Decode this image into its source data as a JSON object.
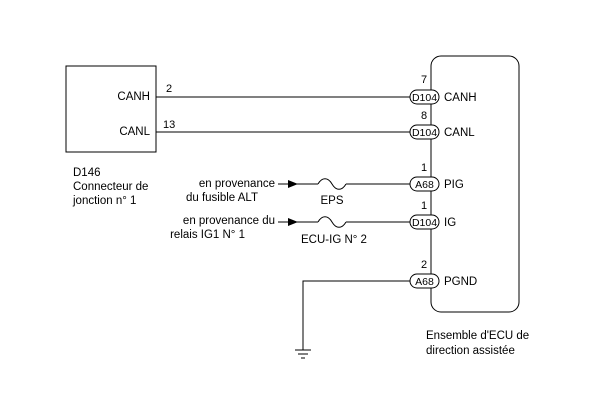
{
  "junction": {
    "id": "D146",
    "name_line1": "Connecteur de",
    "name_line2": "jonction n° 1",
    "pins": [
      {
        "signal": "CANH",
        "pin": "2"
      },
      {
        "signal": "CANL",
        "pin": "13"
      }
    ]
  },
  "ecu": {
    "name_line1": "Ensemble d'ECU de",
    "name_line2": "direction assistée",
    "terminals": [
      {
        "pin": "7",
        "connector": "D104",
        "signal": "CANH"
      },
      {
        "pin": "8",
        "connector": "D104",
        "signal": "CANL"
      },
      {
        "pin": "1",
        "connector": "A68",
        "signal": "PIG"
      },
      {
        "pin": "1",
        "connector": "D104",
        "signal": "IG"
      },
      {
        "pin": "2",
        "connector": "A68",
        "signal": "PGND"
      }
    ]
  },
  "sources": [
    {
      "line1": "en provenance",
      "line2": "du fusible ALT",
      "fuse": "EPS"
    },
    {
      "line1": "en provenance du",
      "line2": "relais IG1 N° 1",
      "fuse": "ECU-IG N° 2"
    }
  ]
}
